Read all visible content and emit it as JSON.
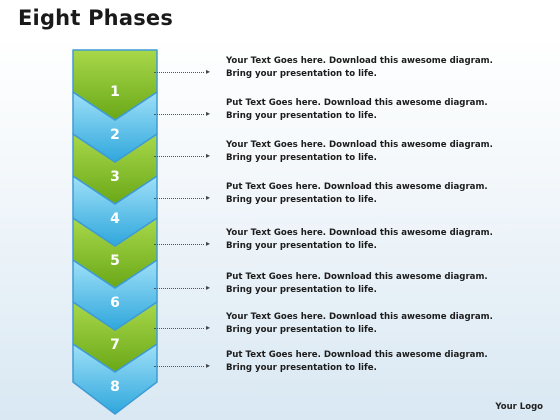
{
  "title": "Eight Phases",
  "logo_text": "Your Logo",
  "colors": {
    "green_top": "#a8d84a",
    "green_bottom": "#6aa818",
    "blue_top": "#9fe0f8",
    "blue_bottom": "#2fa7dc",
    "rim": "#3f9bd4"
  },
  "phases": [
    {
      "number": "1",
      "color": "green",
      "line1": "Your Text Goes here. Download this awesome diagram.",
      "line2": "Bring your presentation to life."
    },
    {
      "number": "2",
      "color": "blue",
      "line1": "Put Text Goes here. Download this awesome diagram.",
      "line2": "Bring your presentation to life."
    },
    {
      "number": "3",
      "color": "green",
      "line1": "Your Text Goes here. Download this awesome diagram.",
      "line2": "Bring your presentation to life."
    },
    {
      "number": "4",
      "color": "blue",
      "line1": "Put Text Goes here. Download this awesome diagram.",
      "line2": "Bring your presentation to life."
    },
    {
      "number": "5",
      "color": "green",
      "line1": "Your Text Goes here. Download this awesome diagram.",
      "line2": "Bring your presentation to life."
    },
    {
      "number": "6",
      "color": "blue",
      "line1": "Put Text Goes here. Download this awesome diagram.",
      "line2": "Bring your presentation to life."
    },
    {
      "number": "7",
      "color": "green",
      "line1": "Your Text Goes here. Download this awesome diagram.",
      "line2": "Bring your presentation to life."
    },
    {
      "number": "8",
      "color": "blue",
      "line1": "Put Text Goes here. Download this awesome diagram.",
      "line2": "Bring your presentation to life."
    }
  ]
}
